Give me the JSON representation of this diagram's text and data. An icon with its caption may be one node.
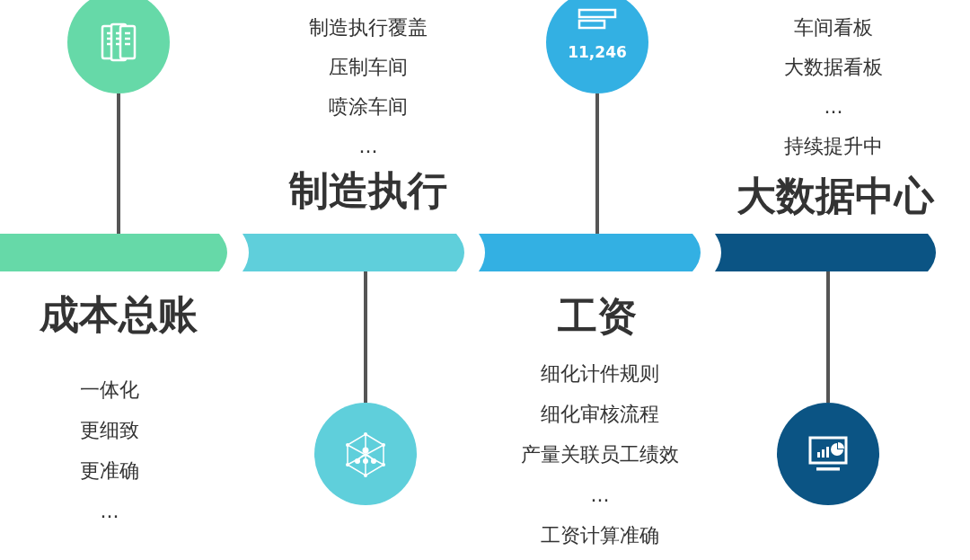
{
  "diagram": {
    "nodes": [
      {
        "text": [
          "成本总账"
        ],
        "beside": [
          "一体化",
          "更细致",
          "更准确",
          "..."
        ]
      },
      {
        "text": [
          "制造执行"
        ],
        "beside": [
          "制造执行覆盖",
          "压制车间",
          "喷涂车间",
          "..."
        ]
      },
      {
        "text": [
          "工资"
        ],
        "beside": [
          "细化计件规则",
          "细化审核流程",
          "产量关联员工绩效",
          "...",
          "工资计算准确"
        ]
      },
      {
        "text": [
          "大数据中心"
        ],
        "beside": [
          "车间看板",
          "大数据看板",
          "...",
          "持续提升中"
        ]
      },
      {
        "text": [],
        "shape": "circle"
      },
      {
        "text": [],
        "shape": "circle"
      },
      {
        "text": [
          "11,246"
        ]
      },
      {
        "text": [],
        "shape": "circle"
      }
    ],
    "edges": [
      {
        "from": 4,
        "to": 0,
        "arrow": "none"
      },
      {
        "from": 5,
        "to": 1,
        "arrow": "none"
      },
      {
        "from": 6,
        "to": 2,
        "arrow": "none"
      },
      {
        "from": 7,
        "to": 3,
        "arrow": "none"
      }
    ]
  }
}
